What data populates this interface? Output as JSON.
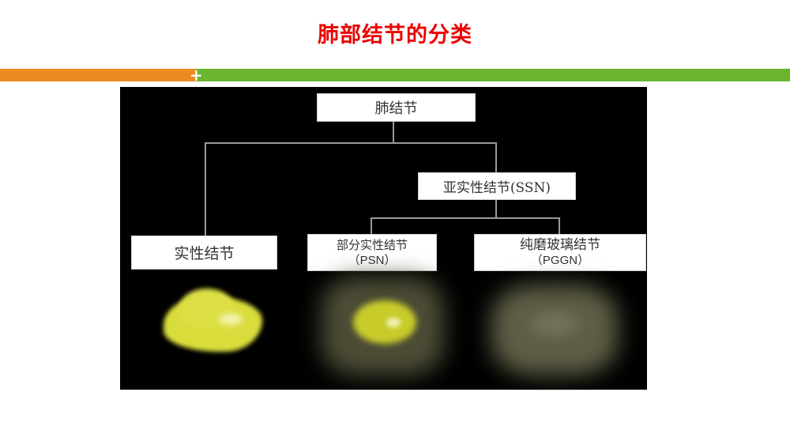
{
  "slide": {
    "title": "肺部结节的分类"
  },
  "header_bar": {
    "colors": {
      "left": "#ec8a23",
      "right": "#6bb52f",
      "plus": "#ffffff"
    },
    "plus_symbol": "+"
  },
  "diagram": {
    "background": "#000000",
    "root": {
      "label": "肺结节"
    },
    "ssn": {
      "label": "亚实性结节(SSN)"
    },
    "leaves": [
      {
        "label": "实性结节",
        "sub": ""
      },
      {
        "label": "部分实性结节",
        "sub": "（PSN）"
      },
      {
        "label": "纯磨玻璃结节",
        "sub": "（PGGN）"
      }
    ],
    "nodule_colors": {
      "solid": "#d8dc3a",
      "partial_core": "#c8cc2a",
      "ground_glass": "#7a7a58"
    }
  }
}
